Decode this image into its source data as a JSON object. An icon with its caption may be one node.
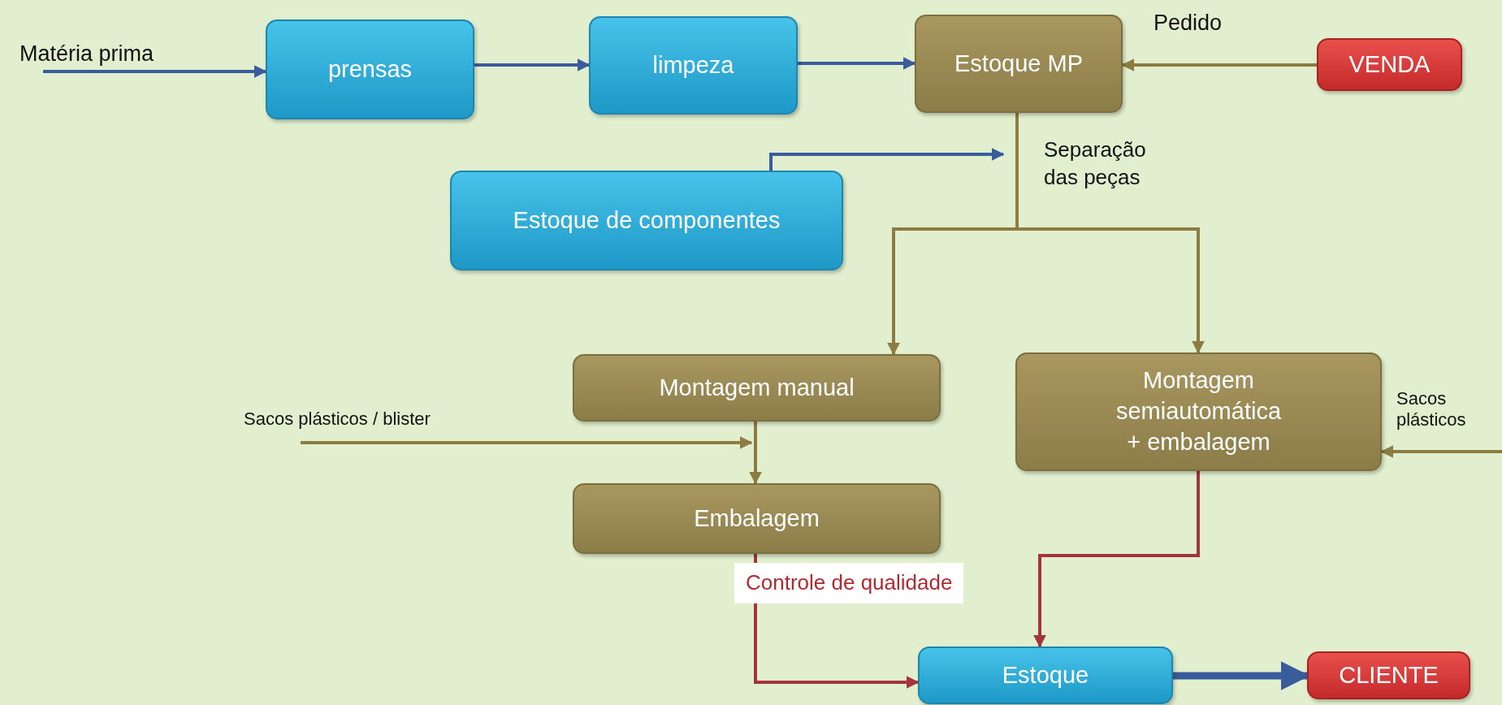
{
  "diagram": {
    "nodes": [
      {
        "text": [
          "Matéria prima"
        ]
      },
      {
        "text": [
          "prensas"
        ]
      },
      {
        "text": [
          "limpeza"
        ]
      },
      {
        "text": [
          "Estoque MP"
        ]
      },
      {
        "text": [
          "VENDA"
        ]
      },
      {
        "text": [
          "Estoque de componentes"
        ]
      },
      {
        "text": [
          "Montagem manual"
        ]
      },
      {
        "text": [
          "Montagem semiautomática + embalagem"
        ]
      },
      {
        "text": [
          "Embalagem"
        ]
      },
      {
        "text": [
          "Estoque"
        ]
      },
      {
        "text": [
          "CLIENTE"
        ]
      }
    ],
    "edges": [
      {
        "from": 0,
        "to": 1,
        "arrow": "to",
        "color": "#3a5c9c"
      },
      {
        "from": 1,
        "to": 2,
        "arrow": "to",
        "color": "#3a5c9c"
      },
      {
        "from": 2,
        "to": 3,
        "arrow": "to",
        "color": "#3a5c9c"
      },
      {
        "from": 4,
        "to": 3,
        "arrow": "to",
        "label": "Pedido"
      },
      {
        "from": 5,
        "to": 3,
        "arrow": "to",
        "color": "#3a5c9c"
      },
      {
        "from": 3,
        "to": 6,
        "arrow": "to"
      },
      {
        "from": 3,
        "to": 7,
        "arrow": "to"
      },
      {
        "from": 6,
        "to": 8,
        "arrow": "to"
      },
      {
        "from": null,
        "to": 8,
        "arrow": "to",
        "label": "Sacos plásticos / blister"
      },
      {
        "from": null,
        "to": 7,
        "arrow": "to",
        "label": "Sacos plásticos"
      },
      {
        "from": 8,
        "to": 9,
        "arrow": "to",
        "color": "#a3343c"
      },
      {
        "from": 7,
        "to": 9,
        "arrow": "to",
        "color": "#a3343c"
      },
      {
        "from": 9,
        "to": 10,
        "arrow": "to",
        "style": "thick",
        "color": "#3a5c9c"
      }
    ],
    "labels": [
      "Separação das peças",
      "Controle de qualidade"
    ]
  }
}
